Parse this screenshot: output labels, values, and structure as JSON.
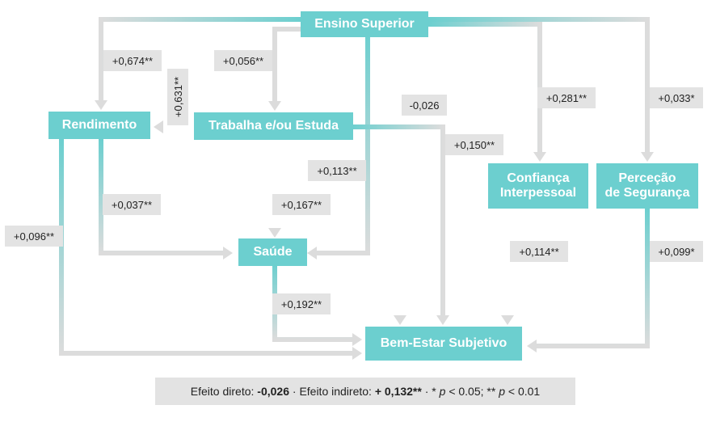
{
  "colors": {
    "node": "#6ccfcf",
    "arrow": "#dcdcdc",
    "label_bg": "#e3e3e3",
    "text": "#222222"
  },
  "nodes": {
    "ensino": "Ensino Superior",
    "rendimento": "Rendimento",
    "trabalha": "Trabalha e/ou Estuda",
    "confianca_l1": "Confiança",
    "confianca_l2": "Interpessoal",
    "percecao_l1": "Perceção",
    "percecao_l2": "de Segurança",
    "saude": "Saúde",
    "bem_estar": "Bem-Estar Subjetivo"
  },
  "coefficients": {
    "ensino_rendimento": "+0,674**",
    "ensino_trabalha": "+0,056**",
    "trabalha_rendimento": "+0,631**",
    "ensino_bem_estar": "-0,026",
    "ensino_confianca": "+0,281**",
    "ensino_percecao": "+0,033*",
    "trabalha_bem_estar": "+0,150**",
    "ensino_saude": "+0,113**",
    "trabalha_saude": "+0,167**",
    "rendimento_saude": "+0,037**",
    "rendimento_bem_estar": "+0,096**",
    "confianca_bem_estar": "+0,114**",
    "percecao_bem_estar": "+0,099*",
    "saude_bem_estar": "+0,192**"
  },
  "footer": {
    "direct_label": "Efeito direto:",
    "direct_value": "-0,026",
    "separator": "·",
    "indirect_label": "Efeito indireto:",
    "indirect_value": "+ 0,132**",
    "sig_1_mark": "*",
    "sig_1_p": "p",
    "sig_1_rest": "< 0.05;",
    "sig_2_mark": "**",
    "sig_2_p": "p",
    "sig_2_rest": "< 0.01"
  }
}
